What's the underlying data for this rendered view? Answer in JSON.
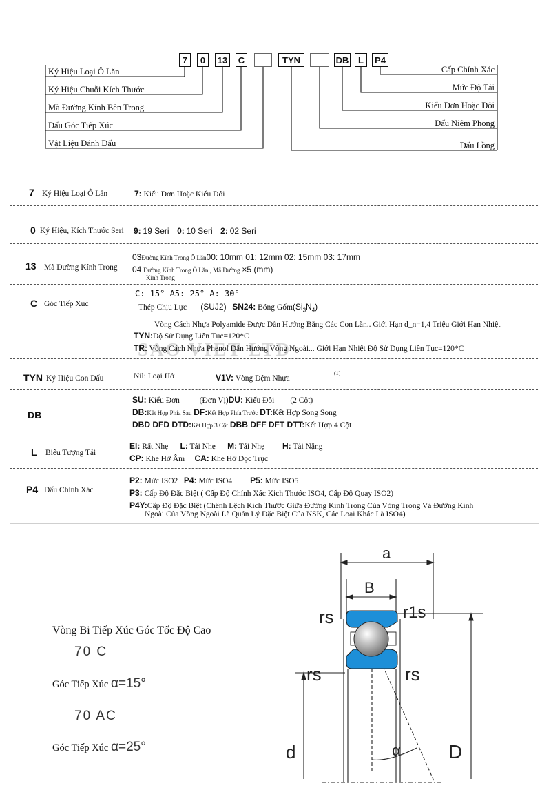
{
  "code_boxes": [
    {
      "text": "7",
      "x": 0
    },
    {
      "text": "0",
      "x": 0
    },
    {
      "text": "13",
      "x": 0
    },
    {
      "text": "C",
      "x": 0
    },
    {
      "text": "",
      "x": 0
    },
    {
      "text": "TYN",
      "x": 0
    },
    {
      "text": "",
      "x": 0
    },
    {
      "text": "DB",
      "x": 0
    },
    {
      "text": "L",
      "x": 0
    },
    {
      "text": "P4",
      "x": 0
    }
  ],
  "left_labels": [
    "Ký Hiệu Loại Ô Lăn",
    "Ký Hiệu Chuỗi Kích Thước",
    "Mã Đường Kính Bên Trong",
    "Dấu Góc Tiếp Xúc",
    "Vật Liệu Đánh Dấu"
  ],
  "right_labels": [
    "Cấp Chính Xác",
    "Mức Độ Tải",
    "Kiểu Đơn Hoặc Đôi",
    "Dấu Niêm Phong",
    "Dấu Lồng"
  ],
  "table": {
    "watermark": "SAO VIET LTD",
    "r1": {
      "code": "7",
      "name": "Ký Hiệu Loại Ô Lăn",
      "k1": "7:",
      "v1": "Kiểu Đơn Hoặc Kiểu Đôi"
    },
    "r2": {
      "code": "0",
      "name": "Ký Hiệu, Kích Thước Seri",
      "k1": "9:",
      "v1": "19 Seri",
      "k2": "0:",
      "v2": "10 Seri",
      "k3": "2:",
      "v3": "02 Seri"
    },
    "r3": {
      "code": "13",
      "name": "Mã Đường Kính Trong",
      "k1": "03",
      "s1": "Đường Kính Trong Ô Lăn",
      "v1": "00: 10mm 01: 12mm 02: 15mm 03: 17mm",
      "k2": "04",
      "s2": "Đường Kính Trong Ô Lăn , Mã Đường",
      "v2": "×5 (mm)",
      "s3": "Kính Trong"
    },
    "r4": {
      "code": "C",
      "name": "Góc Tiếp Xúc",
      "v1": "C: 15° A5: 25° A: 30°",
      "v2a": "Thép Chịu Lực",
      "v2b": "(SUJ2)",
      "v2c": "SN24:",
      "v2d": "Bóng Gốm",
      "v2e": "(Si",
      "v2f": "3",
      "v2g": "N",
      "v2h": "4",
      "v2i": ")"
    },
    "r5": {
      "v1": "Vòng Cách Nhựa Polyamide Được Dẫn Hướng Bằng Các Con Lăn.. Giới Hạn d_n=1,4 Triệu Giới Hạn Nhiệt",
      "k2": "TYN:",
      "v2": "Độ Sử Dụng Liên Tục=120*C",
      "k3": "TR:",
      "v3": "Vòng Cách Nhựa Phenol Dẫn Hướng Vòng Ngoài... Giới Hạn Nhiệt Độ Sử Dụng Liên Tục=120*C"
    },
    "r6": {
      "code": "TYN",
      "name": "Ký Hiệu Con Dấu",
      "v1": "Nil: Loại Hở",
      "k2": "V1V:",
      "v2": "Vòng Đệm Nhựa",
      "note": "(1)"
    },
    "r7": {
      "code": "DB",
      "k1": "SU:",
      "v1": "Kiểu Đơn",
      "v1b": "(Đơn Vị)",
      "k1c": "DU:",
      "v1c": "Kiểu Đôi",
      "v1d": "(2 Cột)",
      "k2a": "DB:",
      "s2a": "Kết Hợp Phía Sau",
      "k2b": "DF:",
      "s2b": "Kết Hợp Phía Trước",
      "k2c": "DT:",
      "v2c": "Kết Hợp Song Song",
      "k3a": "DBD DFD DTD:",
      "s3a": "Kết Hợp 3 Cột",
      "k3b": "DBB DFF DFT DTT:",
      "v3b": "Kết Hợp 4 Cột"
    },
    "r8": {
      "code": "L",
      "name": "Biểu Tượng Tải",
      "k1": "El:",
      "v1": "Rất Nhẹ",
      "k2": "L:",
      "v2": "Tải Nhẹ",
      "k3": "M:",
      "v3": "Tải Nhẹ",
      "k4": "H:",
      "v4": "Tải Nặng",
      "k5": "CP:",
      "v5": "Khe Hở Âm",
      "k6": "CA:",
      "v6": "Khe Hở Dọc Trục"
    },
    "r9": {
      "code": "P4",
      "name": "Dấu Chính Xác",
      "k1": "P2:",
      "v1": "Mức ISO2",
      "k2": "P4:",
      "v2": "Mức ISO4",
      "k3": "P5:",
      "v3": "Mức ISO5",
      "k4": "P3:",
      "v4": "Cấp Độ Đặc Biệt ( Cấp Độ Chính Xác Kích Thước ISO4, Cấp Độ Quay ISO2)",
      "k5": "P4Y:",
      "v5": "Cấp Độ Đặc Biệt (Chênh Lệch Kích Thước Giữa Đường Kính Trong Của Vòng Trong Và Đường Kính",
      "v6": "Ngoài Của Vòng Ngoài Là Quản Lý Đặc Biệt Của NSK, Các Loại Khác Là ISO4)"
    }
  },
  "bottom": {
    "title": "Vòng Bi Tiếp Xúc Góc Tốc Độ Cao",
    "code1": "70 C",
    "label1": "Góc Tiếp Xúc",
    "alpha1": "α=15°",
    "code2": "70 AC",
    "label2": "Góc Tiếp Xúc",
    "alpha2": "α=25°"
  },
  "bearing": {
    "a": "a",
    "B": "B",
    "rs_tl": "rs",
    "r1s": "r1s",
    "rs_ml": "rs",
    "rs_mr": "rs",
    "d": "d",
    "D": "D",
    "alpha": "α",
    "colors": {
      "ring": "#1d8fd8",
      "ball": "#b8b8b8",
      "line": "#222222"
    }
  }
}
